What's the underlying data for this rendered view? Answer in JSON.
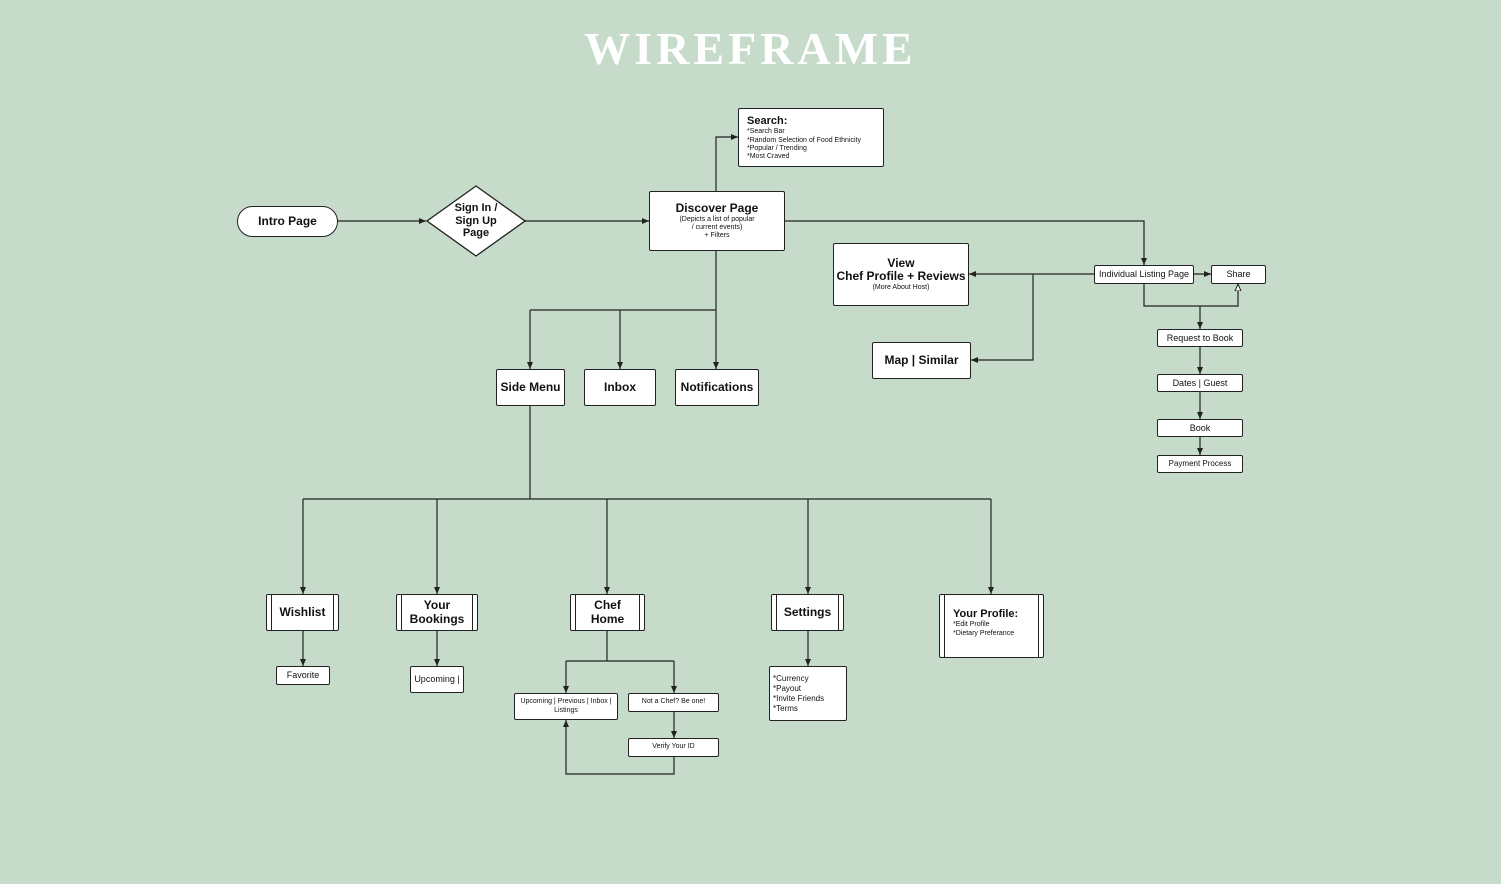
{
  "title": "WIREFRAME",
  "nodes": {
    "intro": "Intro Page",
    "signin": [
      "Sign In /",
      "Sign Up",
      "Page"
    ],
    "discover": {
      "title": "Discover Page",
      "sub": [
        "(Depicts a list of popular",
        "/ current events)",
        "+ Filters"
      ]
    },
    "search": {
      "title": "Search:",
      "items": [
        "*Search Bar",
        "*Random Selection of Food Ethnicity",
        "*Popular / Trending",
        "*Most Craved"
      ]
    },
    "side_menu": "Side Menu",
    "inbox": "Inbox",
    "notifications": "Notifications",
    "view_chef": {
      "line1": "View",
      "line2": "Chef Profile + Reviews",
      "sub": "(More About Host)"
    },
    "map_similar": "Map | Similar",
    "individual_listing": "Individual Listing Page",
    "share": "Share",
    "request_to_book": "Request to Book",
    "dates_guest": "Dates | Guest",
    "book": "Book",
    "payment_process": "Payment Process",
    "wishlist": "Wishlist",
    "favorite": "Favorite",
    "your_bookings": [
      "Your",
      "Bookings"
    ],
    "upcoming": "Upcoming |",
    "chef_home": [
      "Chef",
      "Home"
    ],
    "upcoming_previous": [
      "Upcoming | Previous | Inbox |",
      "Listings"
    ],
    "not_a_chef": "Not a Chef? Be one!",
    "verify_id": "Verify Your ID",
    "settings": "Settings",
    "settings_items": [
      "*Currency",
      "*Payout",
      "*Invite Friends",
      "*Terms"
    ],
    "your_profile": {
      "title": "Your Profile:",
      "items": [
        "*Edit Profile",
        "*Dietary Preferance"
      ]
    }
  }
}
